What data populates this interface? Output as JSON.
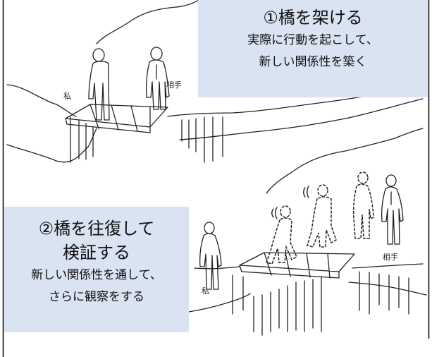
{
  "step1": {
    "title": "①橋を架ける",
    "desc_line1": "実際に行動を起こして、",
    "desc_line2": "新しい関係性を築く"
  },
  "step2": {
    "title_line1": "②橋を往復して",
    "title_line2": "検証する",
    "desc_line1": "新しい関係性を通して、",
    "desc_line2": "さらに観察をする"
  },
  "scene_labels": {
    "self": "私",
    "partner": "相手"
  },
  "colors": {
    "box_fill": "#d9e3f1",
    "ink": "#222222",
    "frame": "#000000"
  }
}
